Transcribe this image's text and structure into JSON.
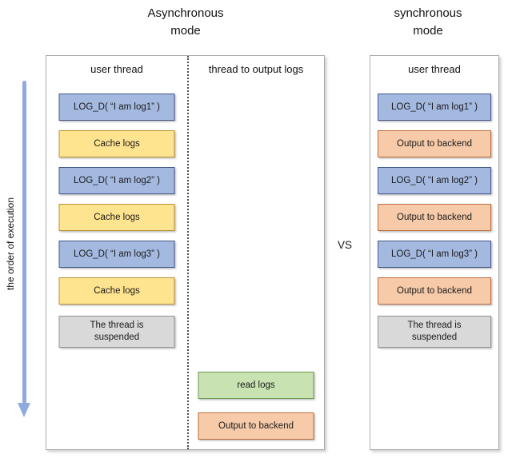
{
  "titles": {
    "left": "Asynchronous\nmode",
    "right": "synchronous\nmode",
    "vs": "VS"
  },
  "axis": {
    "label": "the order of execution",
    "direction": "down"
  },
  "async_panel": {
    "user_thread": {
      "header": "user thread",
      "boxes": [
        {
          "label": "LOG_D( “I am log1” )",
          "type": "log"
        },
        {
          "label": "Cache logs",
          "type": "cache"
        },
        {
          "label": "LOG_D( “I am log2” )",
          "type": "log"
        },
        {
          "label": "Cache logs",
          "type": "cache"
        },
        {
          "label": "LOG_D( “I am log3” )",
          "type": "log"
        },
        {
          "label": "Cache logs",
          "type": "cache"
        },
        {
          "label": "The thread is\nsuspended",
          "type": "suspended"
        }
      ]
    },
    "output_thread": {
      "header": "thread to output logs",
      "boxes": [
        {
          "label": "read logs",
          "type": "read"
        },
        {
          "label": "Output to backend",
          "type": "output"
        }
      ]
    }
  },
  "sync_panel": {
    "user_thread": {
      "header": "user thread",
      "boxes": [
        {
          "label": "LOG_D( “I am log1” )",
          "type": "log"
        },
        {
          "label": "Output to backend",
          "type": "output"
        },
        {
          "label": "LOG_D( “I am log2” )",
          "type": "log"
        },
        {
          "label": "Output to backend",
          "type": "output"
        },
        {
          "label": "LOG_D( “I am log3” )",
          "type": "log"
        },
        {
          "label": "Output to backend",
          "type": "output"
        },
        {
          "label": "The thread is\nsuspended",
          "type": "suspended"
        }
      ]
    }
  },
  "colors": {
    "log_fill": "#A4B9E0",
    "log_border": "#46588C",
    "cache_fill": "#FFE48F",
    "cache_border": "#B9912F",
    "output_fill": "#F7CBA9",
    "output_border": "#BE6C3C",
    "read_fill": "#C9E2B2",
    "read_border": "#6C9B50",
    "suspended_fill": "#D9D9D9",
    "suspended_border": "#929292",
    "arrow_color": "#8FAADC",
    "panel_border": "#ABABAB"
  }
}
